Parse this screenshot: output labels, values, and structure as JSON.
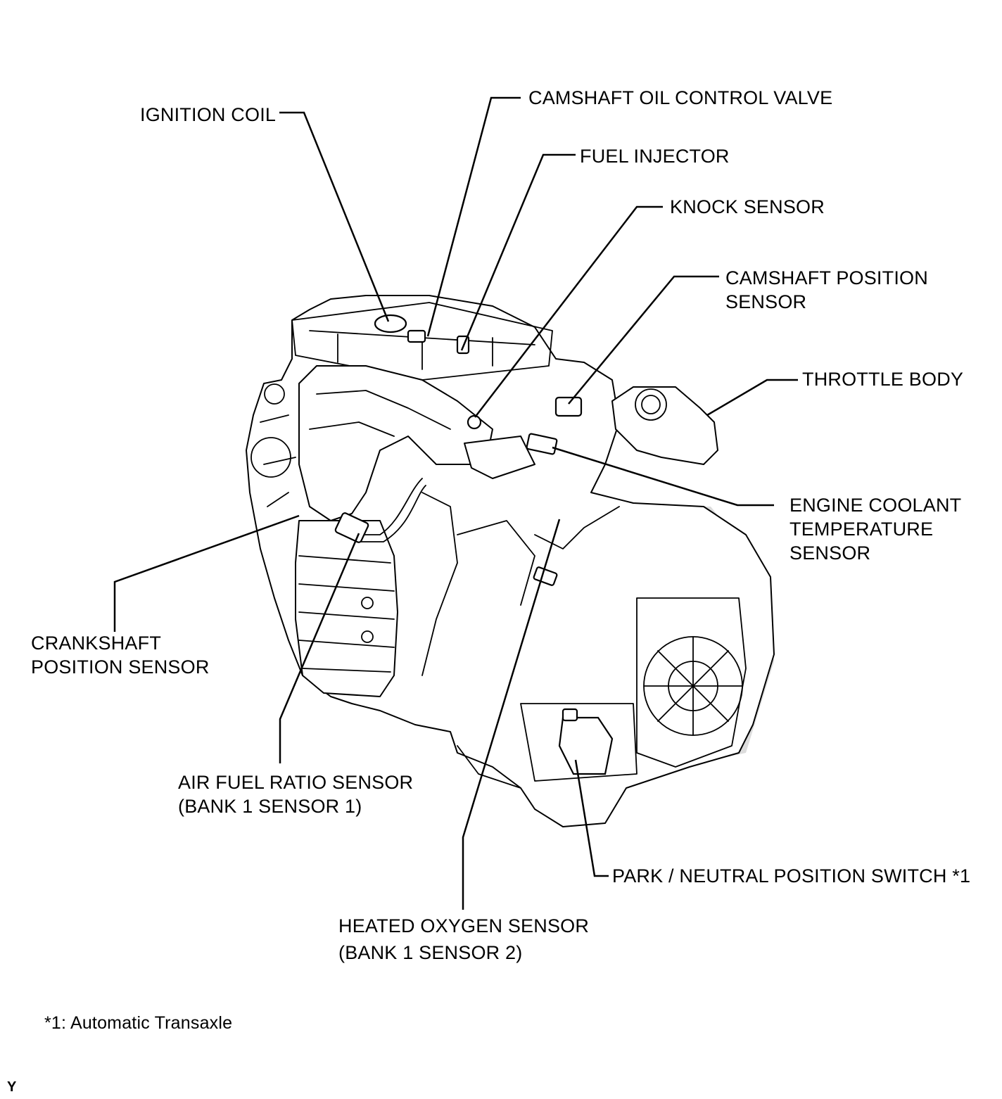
{
  "labels": {
    "ignition_coil": "IGNITION COIL",
    "camshaft_oil_control_valve": "CAMSHAFT OIL CONTROL VALVE",
    "fuel_injector": "FUEL INJECTOR",
    "knock_sensor": "KNOCK SENSOR",
    "camshaft_position_sensor": [
      "CAMSHAFT POSITION",
      "SENSOR"
    ],
    "throttle_body": "THROTTLE BODY",
    "engine_coolant_temperature_sensor": [
      "ENGINE COOLANT",
      "TEMPERATURE",
      "SENSOR"
    ],
    "crankshaft_position_sensor": [
      "CRANKSHAFT",
      "POSITION SENSOR"
    ],
    "air_fuel_ratio_sensor": [
      "AIR FUEL RATIO SENSOR",
      "(BANK 1 SENSOR 1)"
    ],
    "park_neutral_position_switch": "PARK / NEUTRAL POSITION SWITCH  *1",
    "heated_oxygen_sensor": [
      "HEATED OXYGEN SENSOR",
      "(BANK 1 SENSOR 2)"
    ]
  },
  "footnote": "*1: Automatic Transaxle",
  "corner_mark": "Y"
}
